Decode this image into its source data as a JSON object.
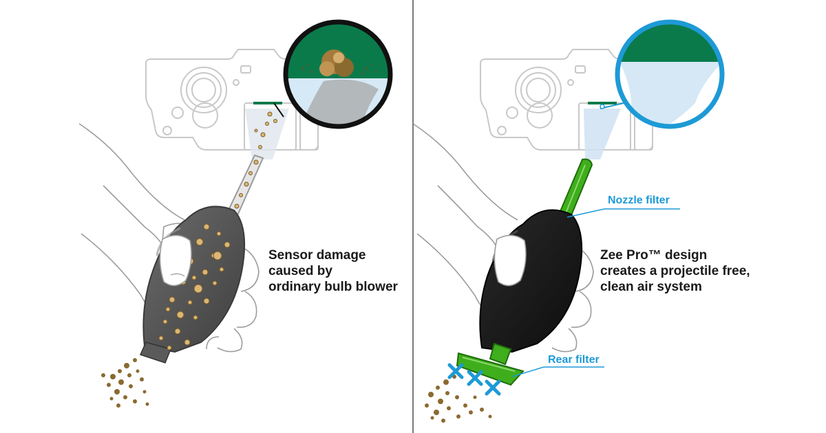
{
  "left_panel": {
    "caption_lines": [
      "Sensor damage",
      "caused by",
      "ordinary bulb blower"
    ]
  },
  "right_panel": {
    "caption_lines": [
      "Zee Pro™ design",
      "creates a projectile free,",
      "clean air system"
    ],
    "nozzle_filter_label": "Nozzle filter",
    "rear_filter_label": "Rear filter"
  },
  "colors": {
    "sensor_green": "#0b7a4b",
    "filter_green": "#3fae1c",
    "callout_blue": "#1d9ad6",
    "dust_brown": "#8a6a2f",
    "bulb_black": "#1c1c1c",
    "line_art_gray": "#c8c8c8"
  },
  "icons": [
    "camera-outline",
    "hand-outline",
    "bulb-blower",
    "magnifier-circle",
    "dust-particle",
    "blue-x-mark"
  ]
}
